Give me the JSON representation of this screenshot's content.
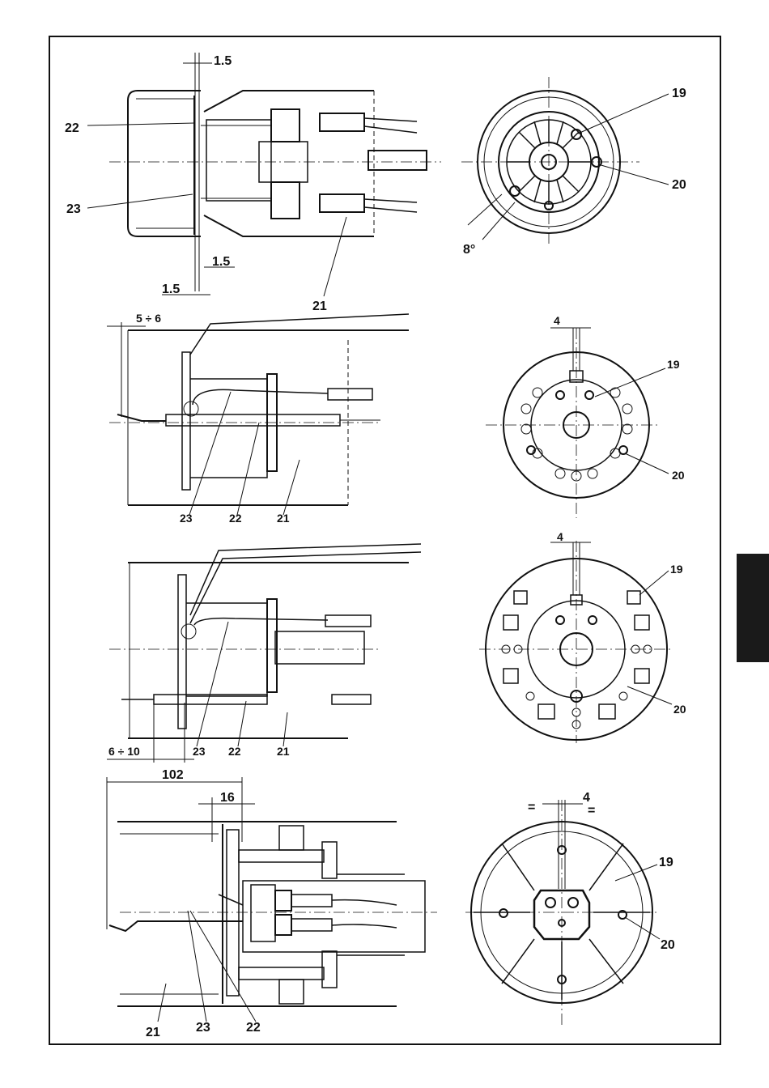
{
  "colors": {
    "ink": "#111111",
    "tab": "#1a1a1a",
    "background": "#ffffff"
  },
  "view1": {
    "dim_top": "1.5",
    "dim_mid": "1.5",
    "dim_bottom": "1.5",
    "label_22": "22",
    "label_23": "23",
    "label_21": "21"
  },
  "view1_front": {
    "label_19": "19",
    "label_20": "20",
    "angle": "8°"
  },
  "view2": {
    "dim": "5 ÷ 6",
    "label_23": "23",
    "label_22": "22",
    "label_21": "21"
  },
  "view2_front": {
    "dim": "4",
    "label_19": "19",
    "label_20": "20"
  },
  "view3": {
    "dim": "6 ÷ 10",
    "label_23": "23",
    "label_22": "22",
    "label_21": "21"
  },
  "view3_front": {
    "dim": "4",
    "label_19": "19",
    "label_20": "20"
  },
  "view4": {
    "dim_outer": "102",
    "dim_inner": "16",
    "label_21": "21",
    "label_23": "23",
    "label_22": "22"
  },
  "view4_front": {
    "dim": "4",
    "eq_left": "=",
    "eq_right": "=",
    "label_19": "19",
    "label_20": "20"
  }
}
